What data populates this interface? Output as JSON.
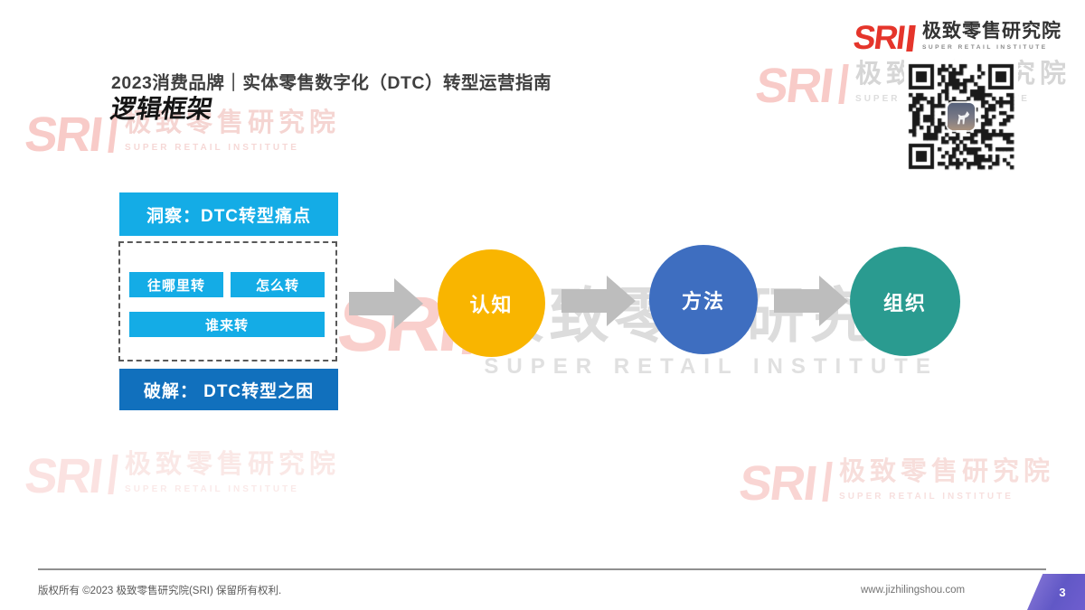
{
  "header": {
    "title": "2023消费品牌｜实体零售数字化（DTC）转型运营指南",
    "subtitle": "逻辑框架"
  },
  "brand": {
    "logo_text": "SRI",
    "name_cn": "极致零售研究院",
    "name_en": "SUPER RETAIL INSTITUTE"
  },
  "diagram": {
    "insight_label": "洞察：DTC转型痛点",
    "pain_points": [
      "往哪里转",
      "怎么转",
      "谁来转"
    ],
    "solve_label": "破解： DTC转型之困",
    "stages": [
      {
        "label": "认知",
        "color": "#F9B500"
      },
      {
        "label": "方法",
        "color": "#3E6EC0"
      },
      {
        "label": "组织",
        "color": "#2A9B90"
      }
    ]
  },
  "footer": {
    "copyright": "版权所有 ©2023  极致零售研究院(SRI)  保留所有权利.",
    "website": "www.jizhilingshou.com",
    "page_number": "3"
  },
  "colors": {
    "brand_red": "#E5352B",
    "cyan_box": "#14ACE6",
    "dark_blue_box": "#1170BD",
    "arrow_gray": "#BDBDBD",
    "badge_purple": "#6158C6"
  }
}
